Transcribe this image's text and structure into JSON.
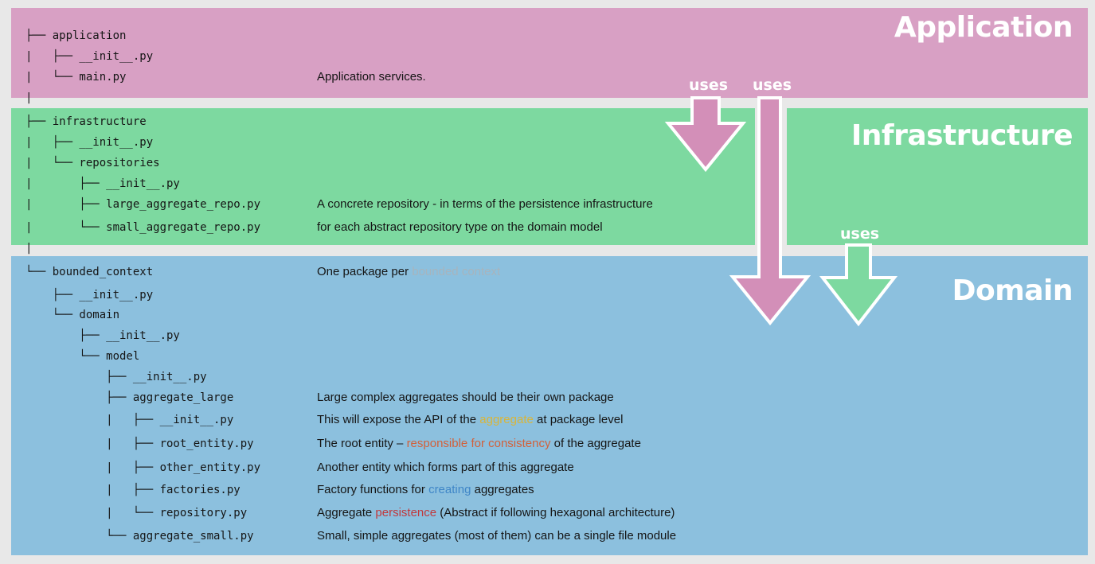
{
  "layers": {
    "application": {
      "title": "Application",
      "color": "#d8a0c4"
    },
    "infrastructure": {
      "title": "Infrastructure",
      "color": "#7dd9a0"
    },
    "domain": {
      "title": "Domain",
      "color": "#8cc0de"
    }
  },
  "arrows": {
    "app_to_infra_label": "uses",
    "app_to_domain_label": "uses",
    "infra_to_domain_label": "uses",
    "pink": "#d38fb8",
    "green": "#7dd9a0"
  },
  "tree": [
    {
      "text": "├── application",
      "desc": ""
    },
    {
      "text": "|   ├── __init__.py",
      "desc": ""
    },
    {
      "text": "|   └── main.py",
      "desc": "Application services."
    },
    {
      "text": "|",
      "desc": ""
    },
    {
      "text": "├── infrastructure",
      "desc": ""
    },
    {
      "text": "|   ├── __init__.py",
      "desc": ""
    },
    {
      "text": "|   └── repositories",
      "desc": ""
    },
    {
      "text": "|       ├── __init__.py",
      "desc": ""
    },
    {
      "text": "|       ├── large_aggregate_repo.py",
      "desc": "A concrete repository - in terms of the persistence infrastructure"
    },
    {
      "text": "|       └── small_aggregate_repo.py",
      "desc": "for each abstract repository type on the domain model"
    },
    {
      "text": "|",
      "desc": ""
    },
    {
      "text": "└── bounded_context",
      "desc_pre": "One package per ",
      "desc_hl": "bounded context",
      "desc_post": ""
    },
    {
      "text": "    ├── __init__.py",
      "desc": ""
    },
    {
      "text": "    └── domain",
      "desc": ""
    },
    {
      "text": "        ├── __init__.py",
      "desc": ""
    },
    {
      "text": "        └── model",
      "desc": ""
    },
    {
      "text": "            ├── __init__.py",
      "desc": ""
    },
    {
      "text": "            ├── aggregate_large",
      "desc": "Large complex aggregates should be their own package"
    },
    {
      "text": "            |   ├── __init__.py",
      "desc_pre": "This will expose the API of the ",
      "desc_hl": "aggregate",
      "desc_post": " at package level"
    },
    {
      "text": "            |   ├── root_entity.py",
      "desc_pre": "The root entity – ",
      "desc_hl": "responsible for consistency",
      "desc_post": " of the aggregate"
    },
    {
      "text": "            |   ├── other_entity.py",
      "desc": "Another entity which forms part of this aggregate"
    },
    {
      "text": "            |   ├── factories.py",
      "desc_pre": "Factory functions for ",
      "desc_hl": "creating",
      "desc_post": " aggregates"
    },
    {
      "text": "            |   └── repository.py",
      "desc_pre": "Aggregate ",
      "desc_hl": "persistence",
      "desc_post": " (Abstract if following hexagonal architecture)"
    },
    {
      "text": "            └── aggregate_small.py",
      "desc": "Small, simple aggregates (most of them) can be a single file module"
    }
  ]
}
